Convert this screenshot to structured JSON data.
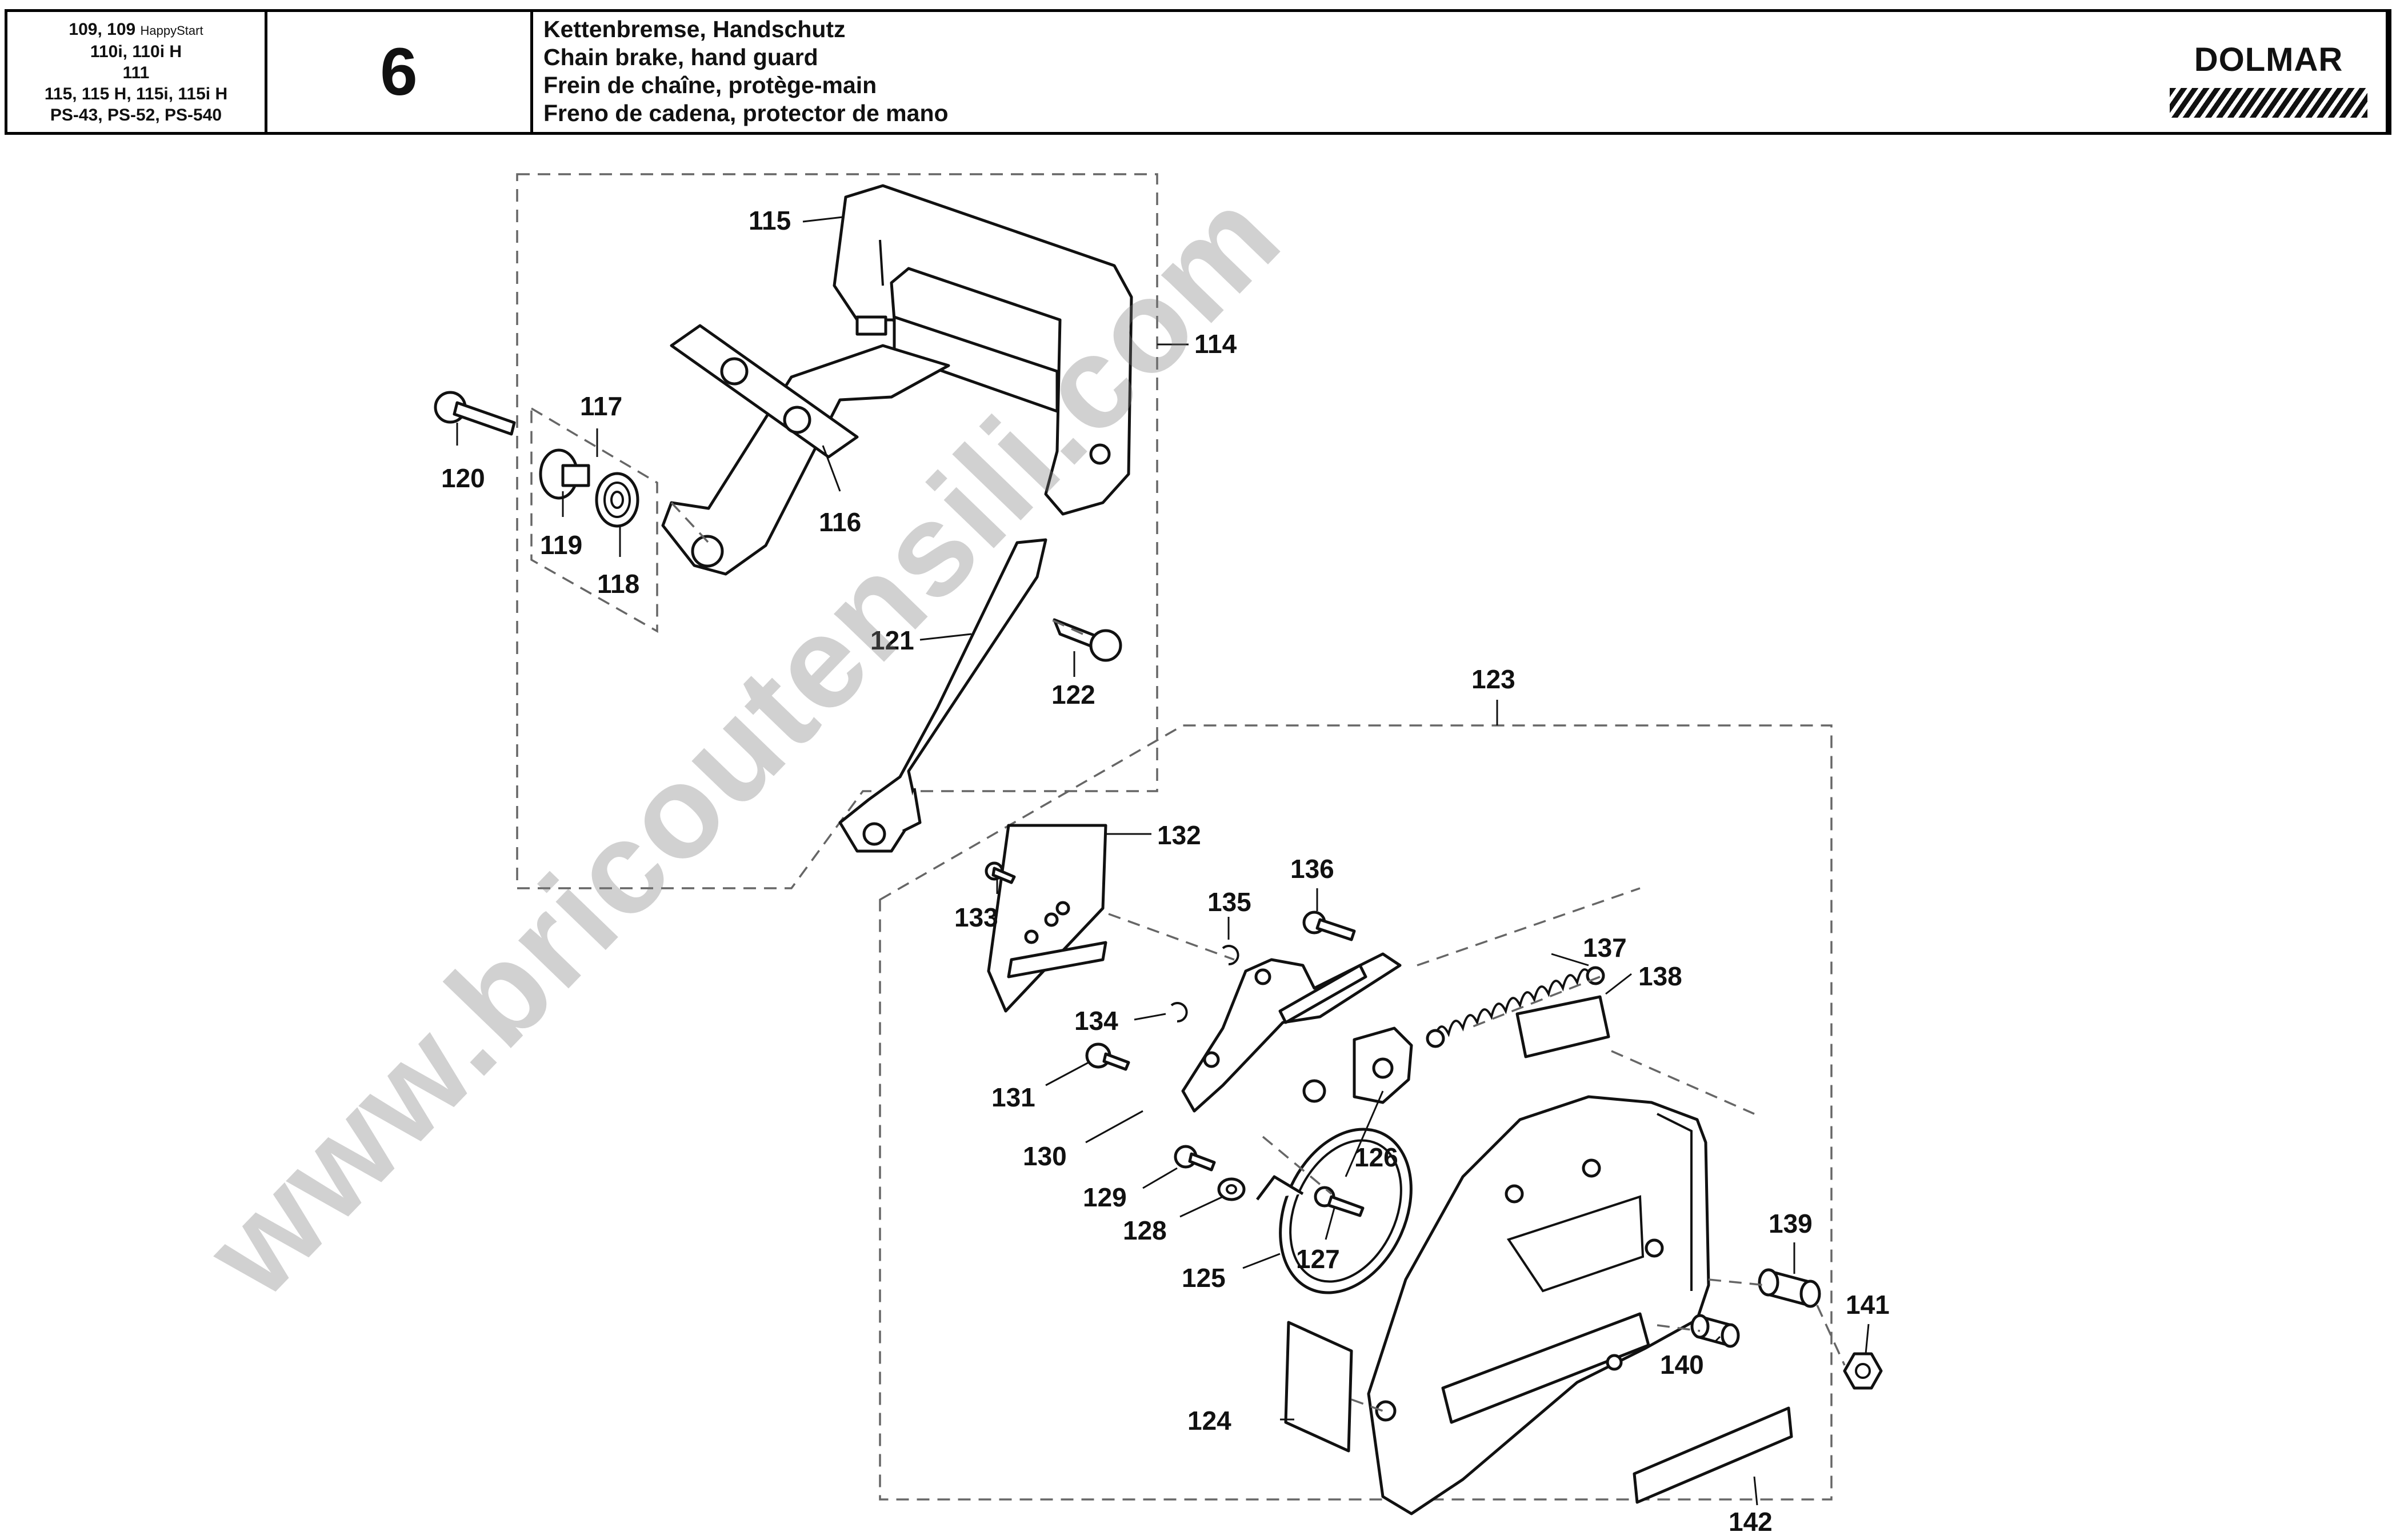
{
  "header": {
    "models": {
      "line1": "109, 109",
      "line1_small": "HappyStart",
      "line2": "110i, 110i H",
      "line3": "111",
      "line4": "115, 115 H, 115i, 115i H",
      "line5": "PS-43, PS-52, PS-540"
    },
    "page_number": "6",
    "titles": {
      "de": "Kettenbremse, Handschutz",
      "en": "Chain brake, hand guard",
      "fr": "Frein de chaîne, protège-main",
      "es": "Freno de cadena, protector de mano"
    },
    "brand": "DOLMAR"
  },
  "callouts": {
    "p114": "114",
    "p115": "115",
    "p116": "116",
    "p117": "117",
    "p118": "118",
    "p119": "119",
    "p120": "120",
    "p121": "121",
    "p122": "122",
    "p123": "123",
    "p124": "124",
    "p125": "125",
    "p126": "126",
    "p127": "127",
    "p128": "128",
    "p129": "129",
    "p130": "130",
    "p131": "131",
    "p132": "132",
    "p133": "133",
    "p134": "134",
    "p135": "135",
    "p136": "136",
    "p137": "137",
    "p138": "138",
    "p139": "139",
    "p140": "140",
    "p141": "141",
    "p142": "142"
  },
  "watermark": "www.bricoutensili.com"
}
